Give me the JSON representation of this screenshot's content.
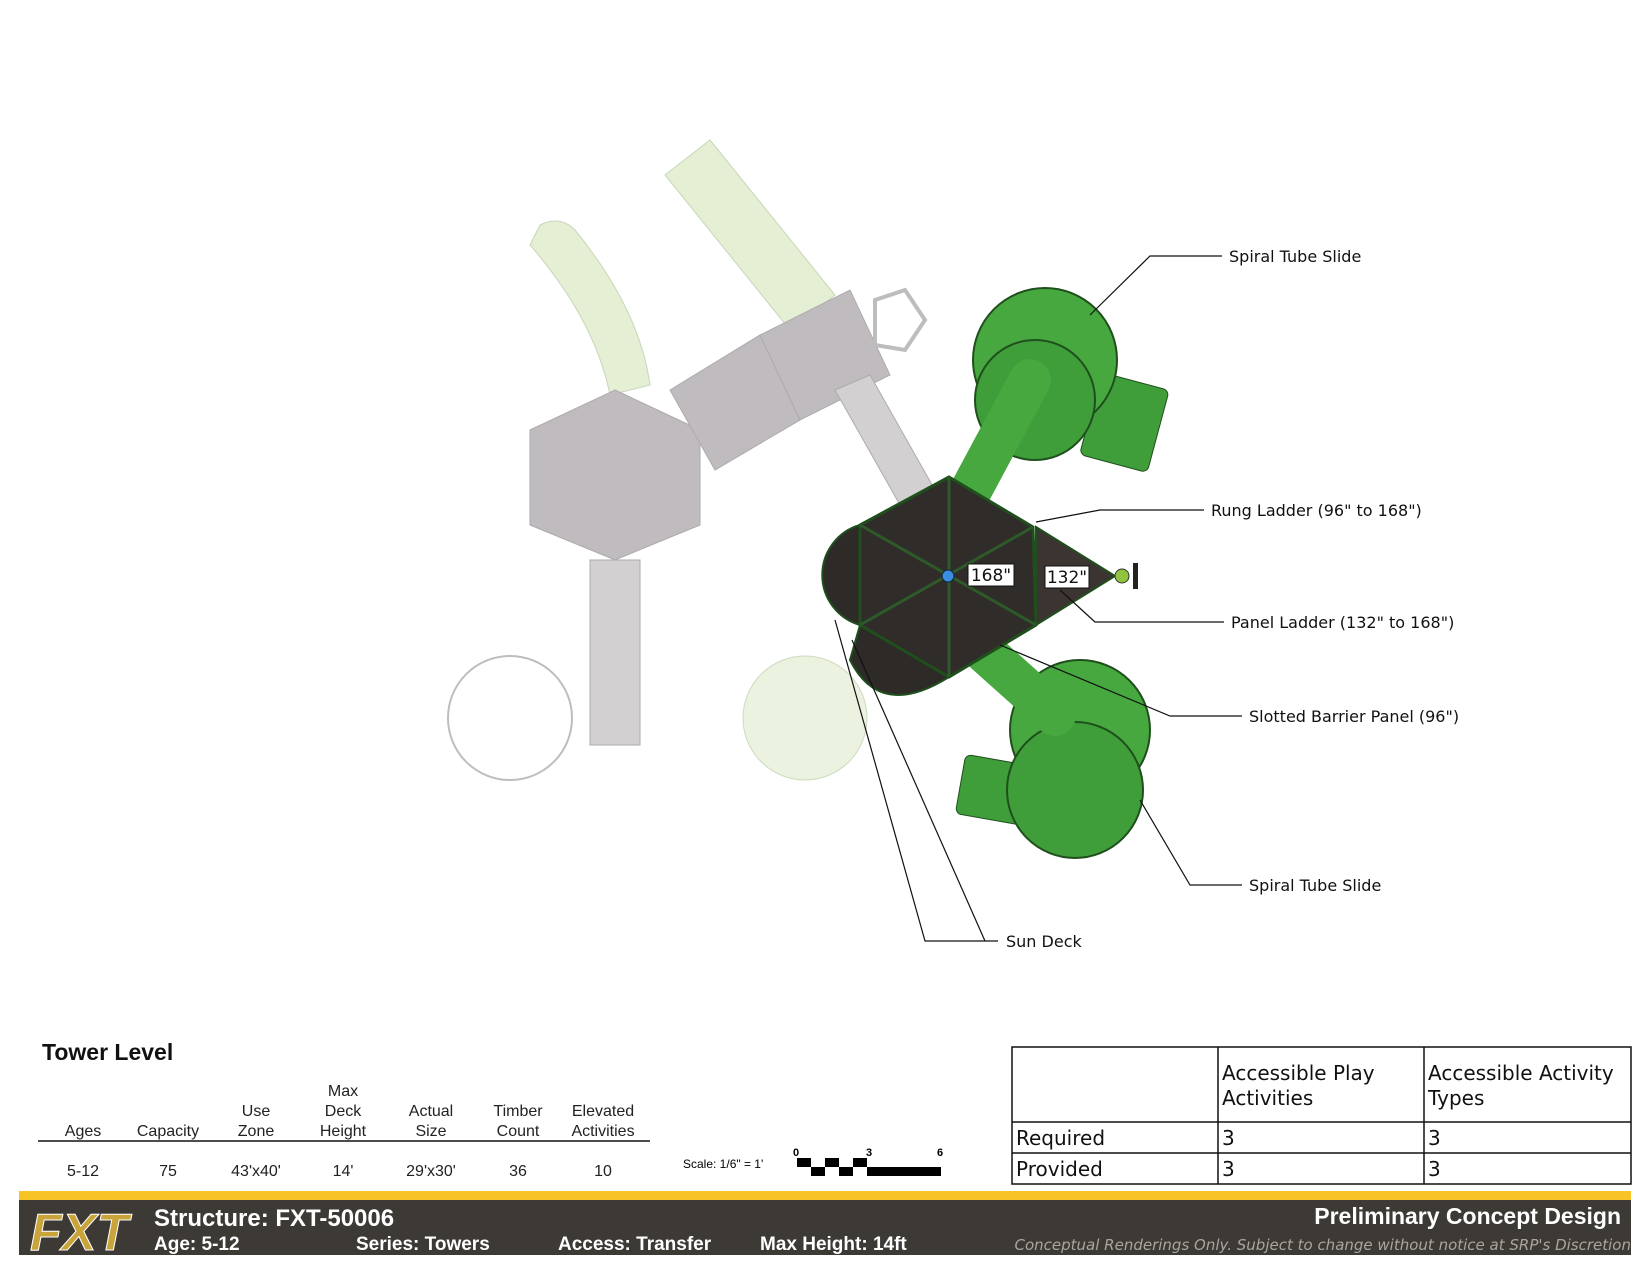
{
  "callouts": {
    "spiral_tube_slide_top": "Spiral Tube Slide",
    "rung_ladder": "Rung Ladder (96\" to 168\")",
    "panel_ladder": "Panel Ladder (132\" to 168\")",
    "slotted_barrier_panel": "Slotted Barrier Panel (96\")",
    "spiral_tube_slide_bottom": "Spiral Tube Slide",
    "sun_deck": "Sun Deck",
    "deck_height_1": "168\"",
    "deck_height_2": "132\""
  },
  "section_title": "Tower Level",
  "stats": {
    "headers": [
      [
        "",
        "",
        "Ages"
      ],
      [
        "",
        "",
        "Capacity"
      ],
      [
        "",
        "Use",
        "Zone"
      ],
      [
        "Max",
        "Deck",
        "Height"
      ],
      [
        "",
        "Actual",
        "Size"
      ],
      [
        "",
        "Timber",
        "Count"
      ],
      [
        "",
        "Elevated",
        "Activities"
      ]
    ],
    "values": [
      "5-12",
      "75",
      "43'x40'",
      "14'",
      "29'x30'",
      "36",
      "10"
    ]
  },
  "scale": {
    "label": "Scale: 1/6\" = 1'",
    "ticks": [
      "0",
      "3",
      "6"
    ]
  },
  "accessibility_table": {
    "columns": [
      [
        "Accessible Play",
        "Activities"
      ],
      [
        "Accessible Activity",
        "Types"
      ]
    ],
    "rows": [
      {
        "label": "Required",
        "values": [
          "3",
          "3"
        ]
      },
      {
        "label": "Provided",
        "values": [
          "3",
          "3"
        ]
      }
    ]
  },
  "footer": {
    "logo": "FXT",
    "structure": "Structure: FXT-50006",
    "age": "Age: 5-12",
    "series": "Series: Towers",
    "access": "Access: Transfer",
    "max_height": "Max Height: 14ft",
    "title": "Preliminary Concept Design",
    "disclaimer": "Conceptual Renderings Only. Subject to change without notice at SRP's Discretion"
  },
  "colors": {
    "accent": "#f7c325",
    "band": "#3d3a35",
    "slide": "#3f9e3a",
    "deck": "#33302c"
  }
}
